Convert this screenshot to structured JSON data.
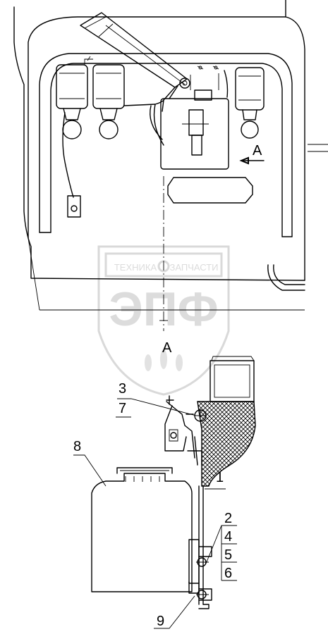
{
  "view_marker": "A",
  "section_title": "A",
  "callouts": [
    "1",
    "2",
    "3",
    "4",
    "5",
    "6",
    "7",
    "8",
    "9"
  ],
  "watermark": {
    "line1": "ТЕХНИКА",
    "line2": "ЗАПЧАСТИ",
    "logo": "ЭПФ"
  }
}
